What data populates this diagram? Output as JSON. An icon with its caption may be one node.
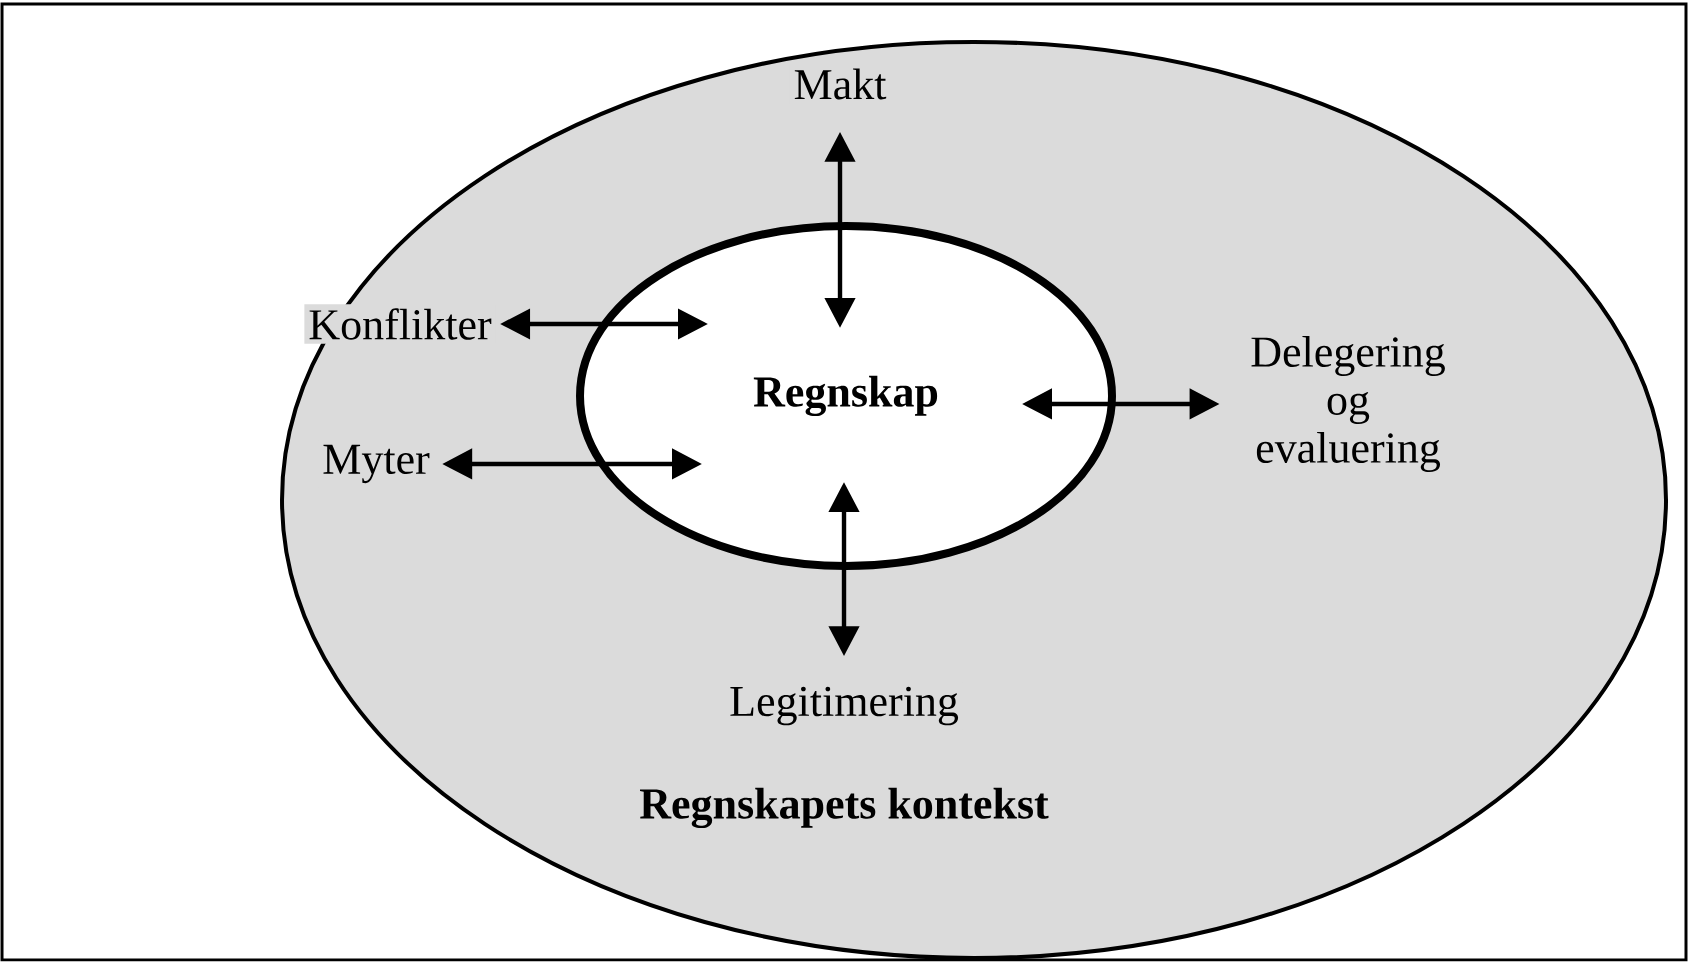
{
  "diagram": {
    "nodes": [
      {
        "text": [
          "Regnskapets kontekst"
        ]
      },
      {
        "text": [
          "Regnskap"
        ],
        "in": 0
      },
      {
        "text": [
          "Makt"
        ],
        "in": 0
      },
      {
        "text": [
          "Konflikter"
        ],
        "in": 0
      },
      {
        "text": [
          "Myter"
        ],
        "in": 0
      },
      {
        "text": [
          "Delegering og evaluering"
        ],
        "in": 0
      },
      {
        "text": [
          "Legitimering"
        ],
        "in": 0
      }
    ],
    "edges": [
      {
        "from": 2,
        "to": 1,
        "arrow": "both"
      },
      {
        "from": 3,
        "to": 1,
        "arrow": "both"
      },
      {
        "from": 4,
        "to": 1,
        "arrow": "both"
      },
      {
        "from": 5,
        "to": 1,
        "arrow": "both"
      },
      {
        "from": 6,
        "to": 1,
        "arrow": "both"
      }
    ]
  }
}
